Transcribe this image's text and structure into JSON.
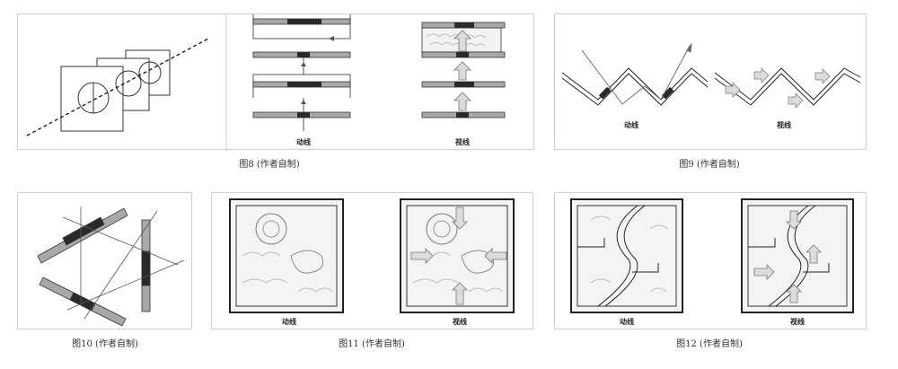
{
  "figures": [
    {
      "id": "fig8",
      "caption": "图8 (作者自制)",
      "labels": {
        "left": "动线",
        "right": "视线"
      }
    },
    {
      "id": "fig9",
      "caption": "图9 (作者自制)",
      "labels": {
        "left": "动线",
        "right": "视线"
      }
    },
    {
      "id": "fig10",
      "caption": "图10 (作者自制)",
      "labels": {}
    },
    {
      "id": "fig11",
      "caption": "图11 (作者自制)",
      "labels": {
        "left": "动线",
        "right": "视线"
      }
    },
    {
      "id": "fig12",
      "caption": "图12 (作者自制)",
      "labels": {
        "left": "动线",
        "right": "视线"
      }
    }
  ],
  "colors": {
    "line": "#333333",
    "wall_gray": "#a8a8a8",
    "wall_dark": "#2a2a2a",
    "arrow_fill": "#dcdcdc",
    "texture": "#bdbdbd"
  }
}
